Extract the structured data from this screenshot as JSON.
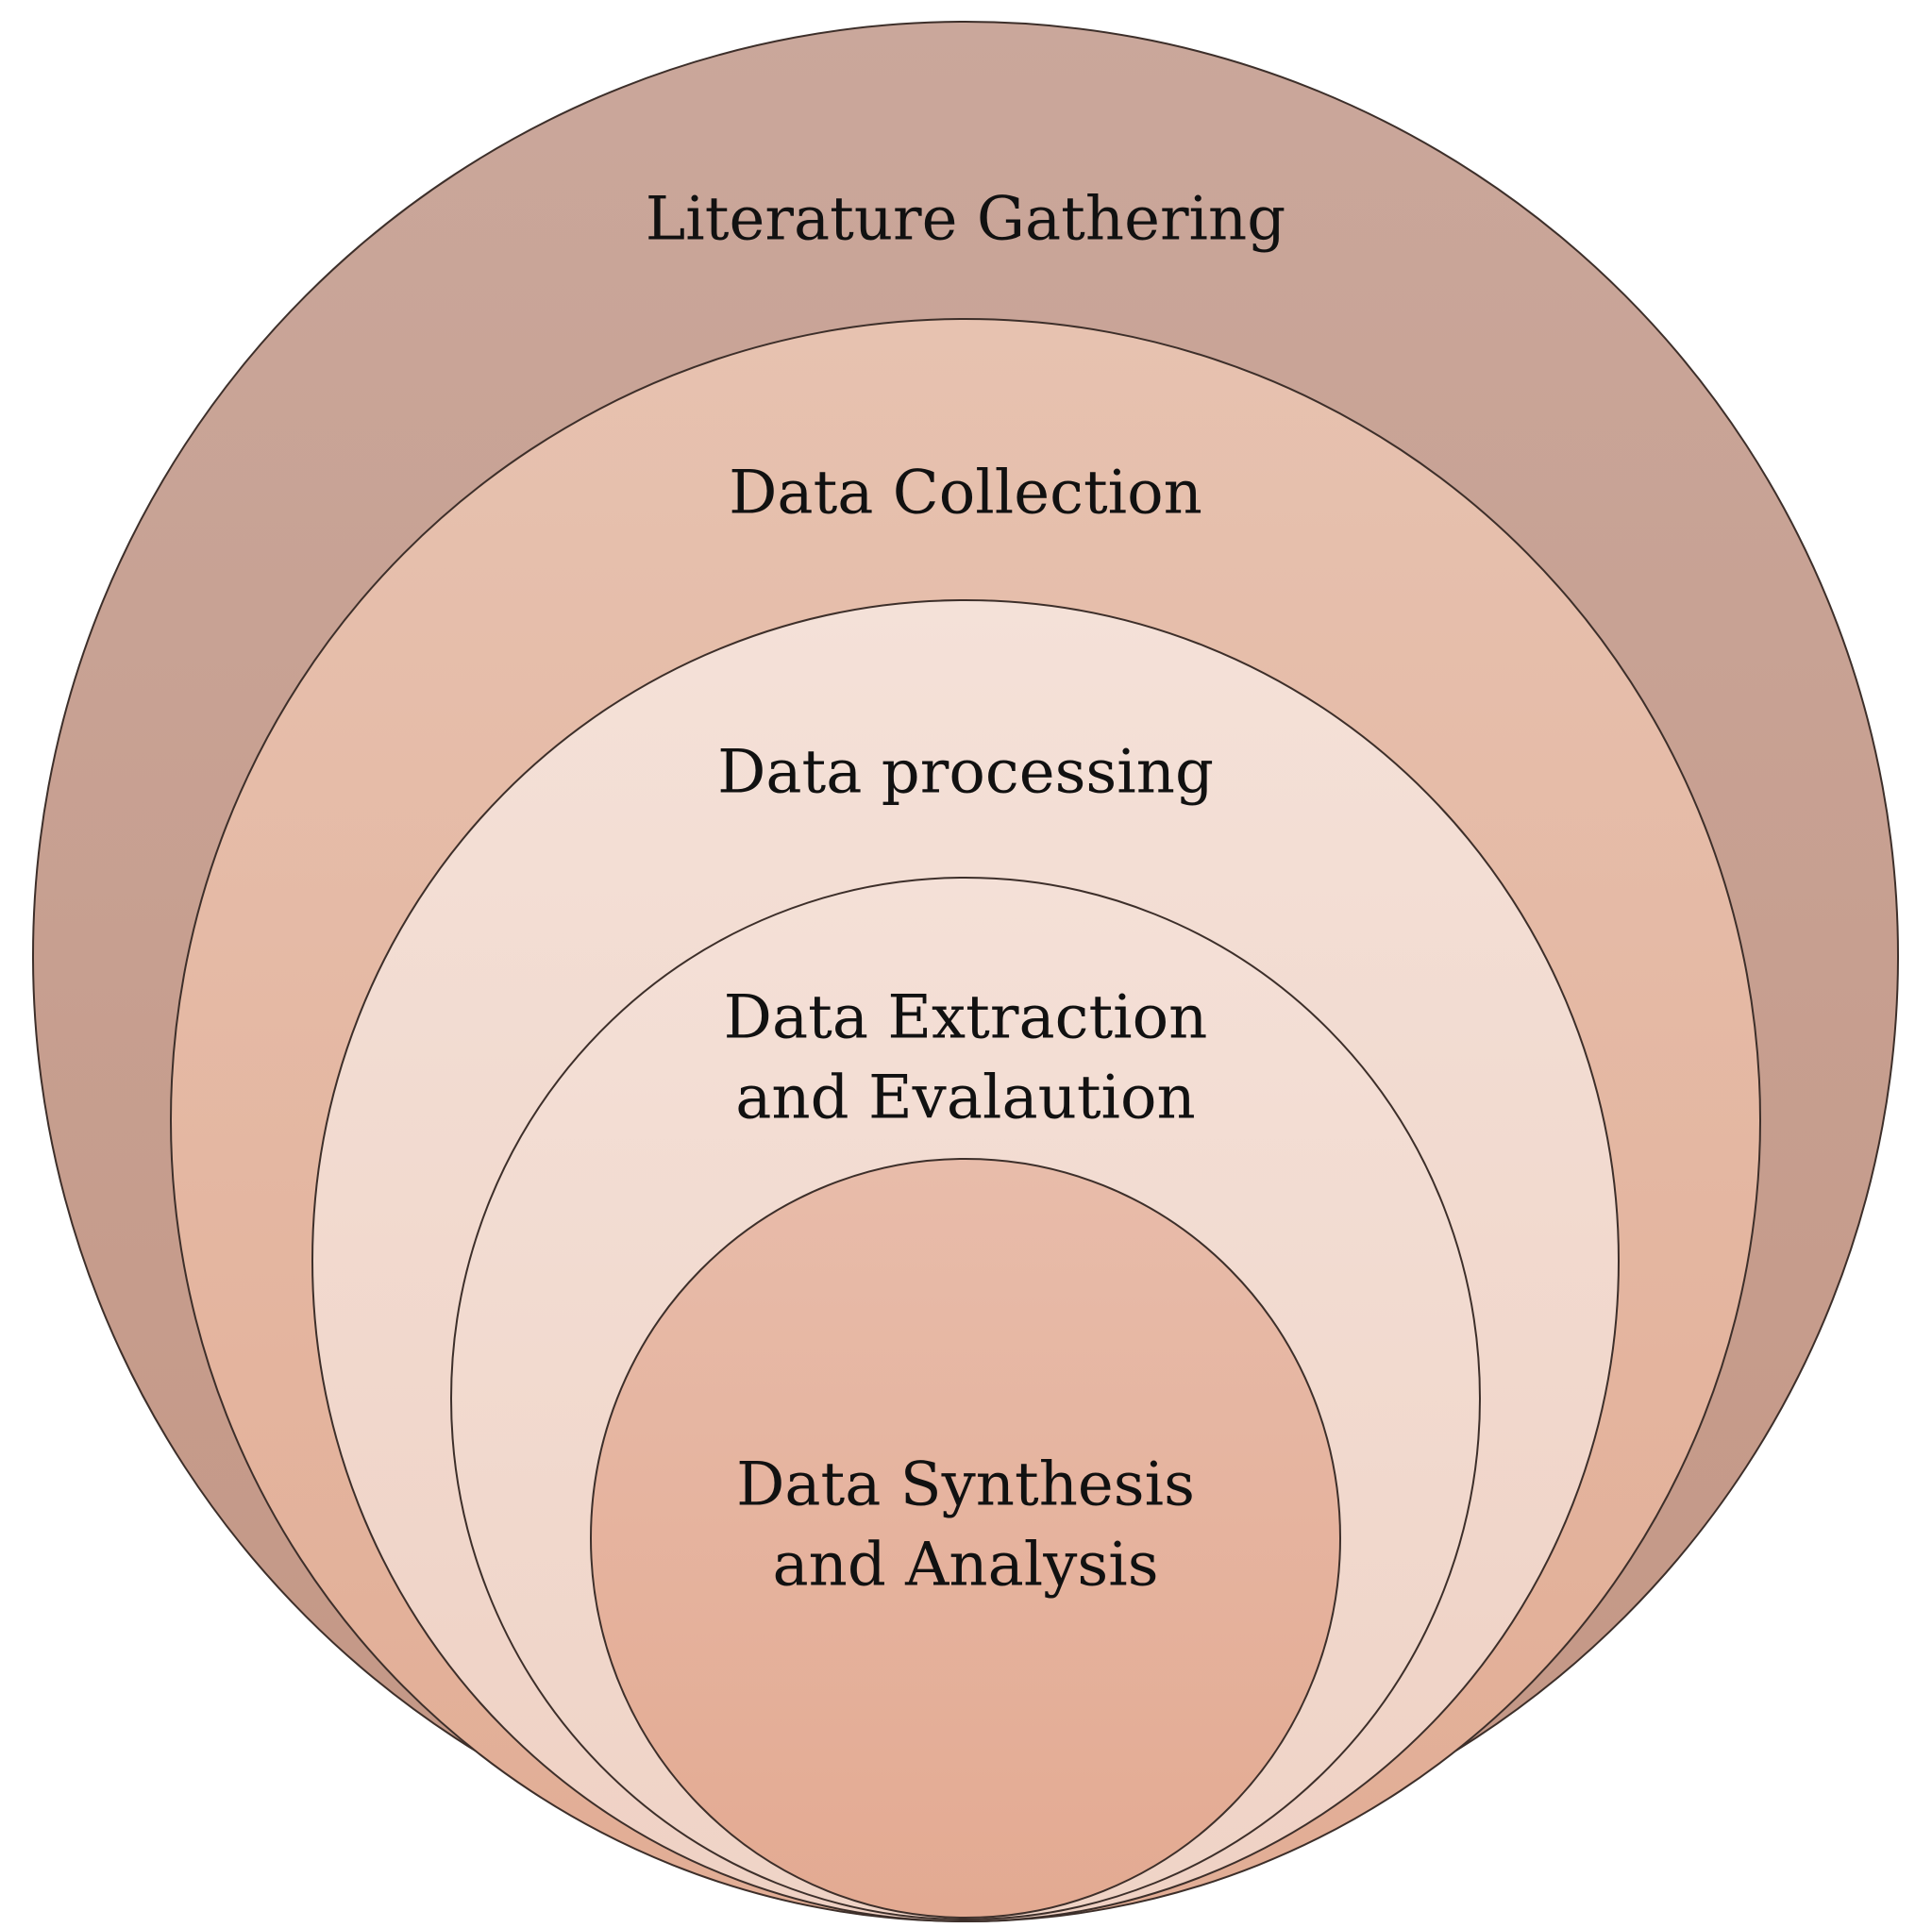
{
  "diagram": {
    "type": "nested-circles",
    "colors": {
      "outline": "#3d2f2a",
      "text": "#111111"
    },
    "stages": [
      {
        "name": "literature-gathering",
        "lines": [
          "Literature Gathering"
        ],
        "fill_top": "#caa79b",
        "fill_bottom": "#c49785"
      },
      {
        "name": "data-collection",
        "lines": [
          "Data Collection"
        ],
        "fill_top": "#e7c2b0",
        "fill_bottom": "#e2ad95"
      },
      {
        "name": "data-processing",
        "lines": [
          "Data processing"
        ],
        "fill_top": "#f4e1d8",
        "fill_bottom": "#efd1c4"
      },
      {
        "name": "data-extraction-and-evaluation",
        "lines": [
          "Data Extraction",
          "and Evalaution"
        ],
        "fill_top": "#f4e0d7",
        "fill_bottom": "#efd3c6"
      },
      {
        "name": "data-synthesis-and-analysis",
        "lines": [
          "Data Synthesis",
          "and Analysis"
        ],
        "fill_top": "#e8bcaa",
        "fill_bottom": "#e3aa92"
      }
    ]
  }
}
